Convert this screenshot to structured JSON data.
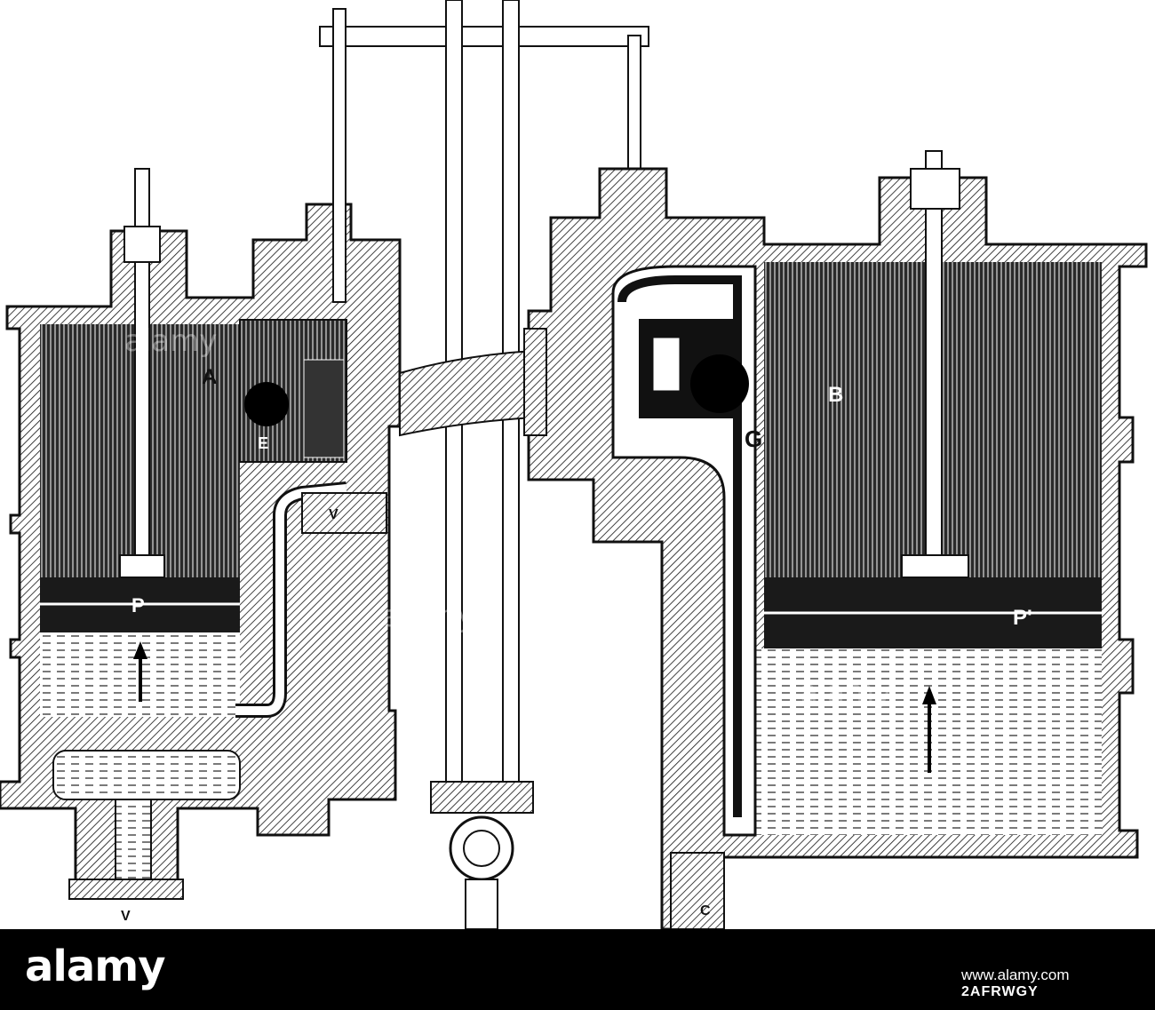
{
  "figure": {
    "labels": {
      "A": "A",
      "E": "E",
      "V_valve": "V",
      "P": "P",
      "V_inlet": "V",
      "B": "B",
      "G": "G",
      "P_prime": "P'",
      "C": "C"
    }
  },
  "watermark": {
    "text": "alamy"
  },
  "footer": {
    "logo": "alamy",
    "site": "www.alamy.com",
    "image_code": "2AFRWGY"
  },
  "colors": {
    "ink": "#111111",
    "paper": "#ffffff",
    "footer_bg": "#000000",
    "footer_text": "#ffffff"
  }
}
